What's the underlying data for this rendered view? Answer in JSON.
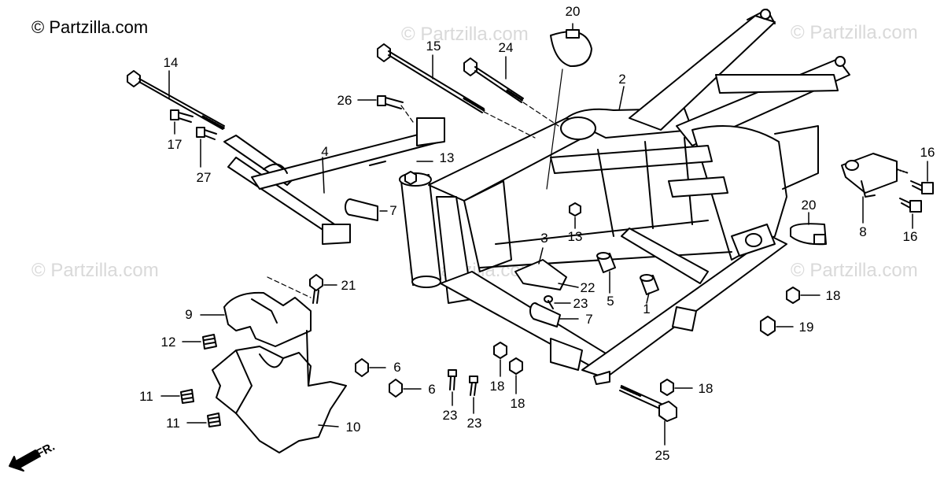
{
  "header": {
    "copyright": "© Partzilla.com"
  },
  "watermark": "© Partzilla.com",
  "front_indicator": "FR.",
  "callouts": {
    "c1": "1",
    "c2": "2",
    "c3": "3",
    "c4": "4",
    "c5": "5",
    "c6a": "6",
    "c6b": "6",
    "c7a": "7",
    "c7b": "7",
    "c8": "8",
    "c9": "9",
    "c10": "10",
    "c11a": "11",
    "c11b": "11",
    "c12": "12",
    "c13a": "13",
    "c13b": "13",
    "c14": "14",
    "c15": "15",
    "c16a": "16",
    "c16b": "16",
    "c17": "17",
    "c18a": "18",
    "c18b": "18",
    "c18c": "18",
    "c18d": "18",
    "c19": "19",
    "c20a": "20",
    "c20b": "20",
    "c21": "21",
    "c22": "22",
    "c23a": "23",
    "c23b": "23",
    "c23c": "23",
    "c24": "24",
    "c25": "25",
    "c26": "26",
    "c27": "27"
  }
}
